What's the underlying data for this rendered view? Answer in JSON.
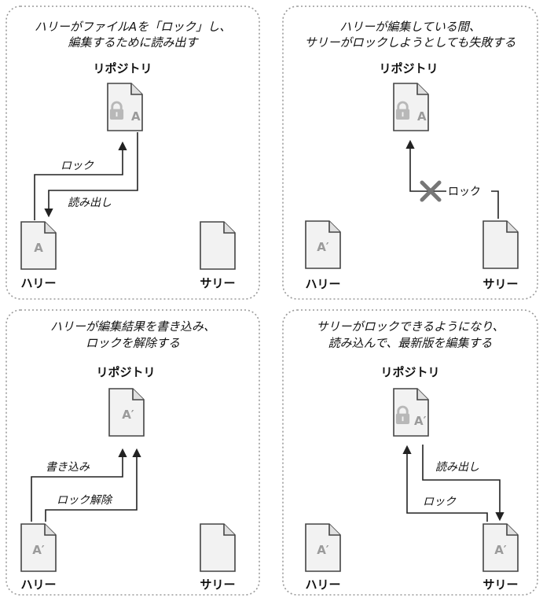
{
  "panels": [
    {
      "caption_line1": "ハリーがファイルAを「ロック」し、",
      "caption_line2": "編集するために読み出す",
      "repository_label": "リポジトリ",
      "repository_doc": "A",
      "harry_label": "ハリー",
      "harry_doc": "A",
      "sally_label": "サリー",
      "sally_doc": "",
      "arrow_up_label": "ロック",
      "arrow_down_label": "読み出し"
    },
    {
      "caption_line1": "ハリーが編集している間、",
      "caption_line2": "サリーがロックしようとしても失敗する",
      "repository_label": "リポジトリ",
      "repository_doc": "A",
      "harry_label": "ハリー",
      "harry_doc": "A′",
      "sally_label": "サリー",
      "sally_doc": "",
      "failed_arrow_label": "ロック"
    },
    {
      "caption_line1": "ハリーが編集結果を書き込み、",
      "caption_line2": "ロックを解除する",
      "repository_label": "リポジトリ",
      "repository_doc": "A′",
      "harry_label": "ハリー",
      "harry_doc": "A′",
      "sally_label": "サリー",
      "sally_doc": "",
      "arrow_commit_label": "書き込み",
      "arrow_unlock_label": "ロック解除"
    },
    {
      "caption_line1": "サリーがロックできるようになり、",
      "caption_line2": "読み込んで、最新版を編集する",
      "repository_label": "リポジトリ",
      "repository_doc": "A′",
      "harry_label": "ハリー",
      "harry_doc": "A′",
      "sally_label": "サリー",
      "sally_doc": "A′",
      "arrow_down_label": "読み出し",
      "arrow_up_label": "ロック"
    }
  ],
  "colors": {
    "panel_border": "#9a9a9a",
    "doc_fill": "#f2f2f2",
    "doc_stroke": "#444444",
    "lock_fill": "#b8b8b8",
    "doc_letter": "#9a9a9a",
    "arrow": "#222222",
    "cross": "#777777"
  },
  "icons": {
    "document": "document-icon",
    "lock": "padlock-icon",
    "failure": "cross-icon"
  }
}
